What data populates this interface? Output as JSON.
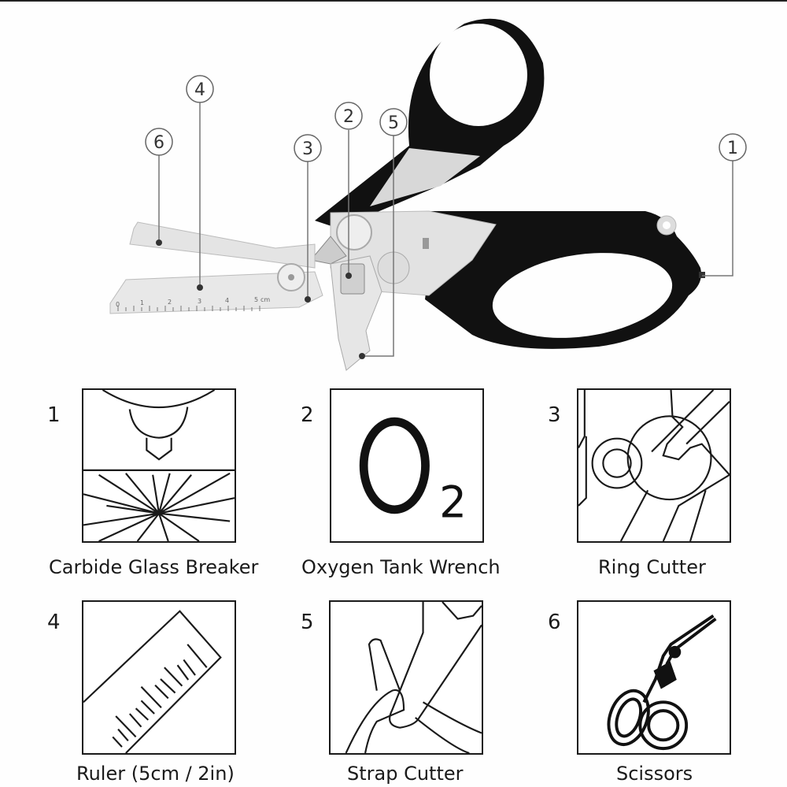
{
  "hero": {
    "product": "trauma-shears multi-tool",
    "callouts": [
      {
        "num": "1",
        "target": "carbide glass breaker tip"
      },
      {
        "num": "2",
        "target": "oxygen tank wrench"
      },
      {
        "num": "3",
        "target": "ring cutter"
      },
      {
        "num": "4",
        "target": "ruler blade"
      },
      {
        "num": "5",
        "target": "strap cutter"
      },
      {
        "num": "6",
        "target": "scissors blade"
      }
    ],
    "ruler_marks": [
      "0",
      "1",
      "2",
      "3",
      "4",
      "5",
      "cm"
    ]
  },
  "features": [
    {
      "num": "1",
      "label": "Carbide Glass Breaker",
      "icon": "glass-breaker-icon"
    },
    {
      "num": "2",
      "label": "Oxygen Tank Wrench",
      "icon": "o2-icon",
      "symbol": "O",
      "subscript": "2"
    },
    {
      "num": "3",
      "label": "Ring Cutter",
      "icon": "ring-cutter-icon"
    },
    {
      "num": "4",
      "label": "Ruler (5cm / 2in)",
      "icon": "ruler-icon"
    },
    {
      "num": "5",
      "label": "Strap Cutter",
      "icon": "strap-cutter-icon"
    },
    {
      "num": "6",
      "label": "Scissors",
      "icon": "scissors-icon"
    }
  ],
  "colors": {
    "handle": "#111111",
    "metal": "#dcdcdc",
    "line": "#555555",
    "text": "#1a1a1a"
  }
}
